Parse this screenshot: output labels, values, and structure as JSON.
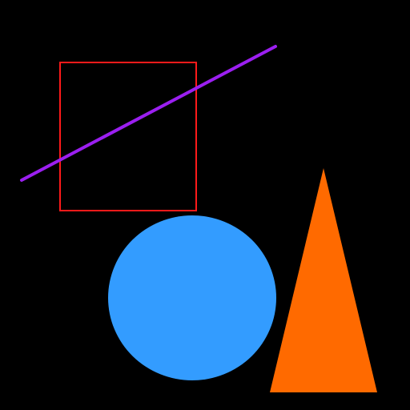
{
  "scene": {
    "background": "#000000",
    "shapes": [
      {
        "name": "red-outline-rectangle",
        "type": "rectangle",
        "fill": "none",
        "stroke": "#ff1a1a"
      },
      {
        "name": "purple-line",
        "type": "line",
        "stroke": "#9b1ff0"
      },
      {
        "name": "blue-circle",
        "type": "ellipse",
        "fill": "#339cff"
      },
      {
        "name": "orange-triangle",
        "type": "triangle",
        "fill": "#ff6a00"
      }
    ]
  }
}
